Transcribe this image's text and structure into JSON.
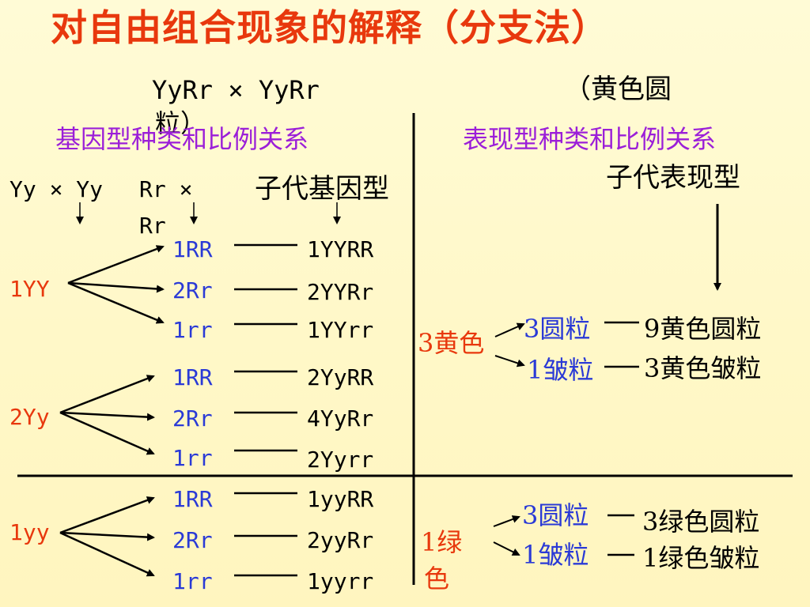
{
  "title": "对自由组合现象的解释（分支法）",
  "cross": {
    "main": "YyRr × YyRr",
    "note_a": "（黄色圆",
    "note_b": "粒）"
  },
  "left": {
    "heading": "基因型种类和比例关系",
    "cross_yy": "Yy ×  Yy",
    "cross_rr_a": "Rr ×",
    "cross_rr_b": "Rr",
    "offspring_label": "子代基因型",
    "groups": [
      {
        "label": "1YY",
        "rows": [
          {
            "r": "1RR",
            "g": "1YYRR"
          },
          {
            "r": "2Rr",
            "g": "2YYRr"
          },
          {
            "r": "1rr",
            "g": "1YYrr"
          }
        ]
      },
      {
        "label": "2Yy",
        "rows": [
          {
            "r": "1RR",
            "g": "2YyRR"
          },
          {
            "r": "2Rr",
            "g": "4YyRr"
          },
          {
            "r": "1rr",
            "g": "2Yyrr"
          }
        ]
      },
      {
        "label": "1yy",
        "rows": [
          {
            "r": "1RR",
            "g": "1yyRR"
          },
          {
            "r": "2Rr",
            "g": "2yyRr"
          },
          {
            "r": "1rr",
            "g": "1yyrr"
          }
        ]
      }
    ]
  },
  "right": {
    "heading": "表现型种类和比例关系",
    "offspring_label": "子代表现型",
    "groups": [
      {
        "label": "3黄色",
        "label_b": "",
        "rows": [
          {
            "p": "3圆粒",
            "o": "9黄色圆粒"
          },
          {
            "p": "1皱粒",
            "o": "3黄色皱粒"
          }
        ]
      },
      {
        "label": "1绿",
        "label_b": "色",
        "rows": [
          {
            "p": "3圆粒",
            "o": "3绿色圆粒"
          },
          {
            "p": "1皱粒",
            "o": "1绿色皱粒"
          }
        ]
      }
    ]
  },
  "colors": {
    "title": "#e8380d",
    "heading": "#9b1fd8",
    "allele": "#2a3ad6",
    "group": "#e8380d"
  }
}
